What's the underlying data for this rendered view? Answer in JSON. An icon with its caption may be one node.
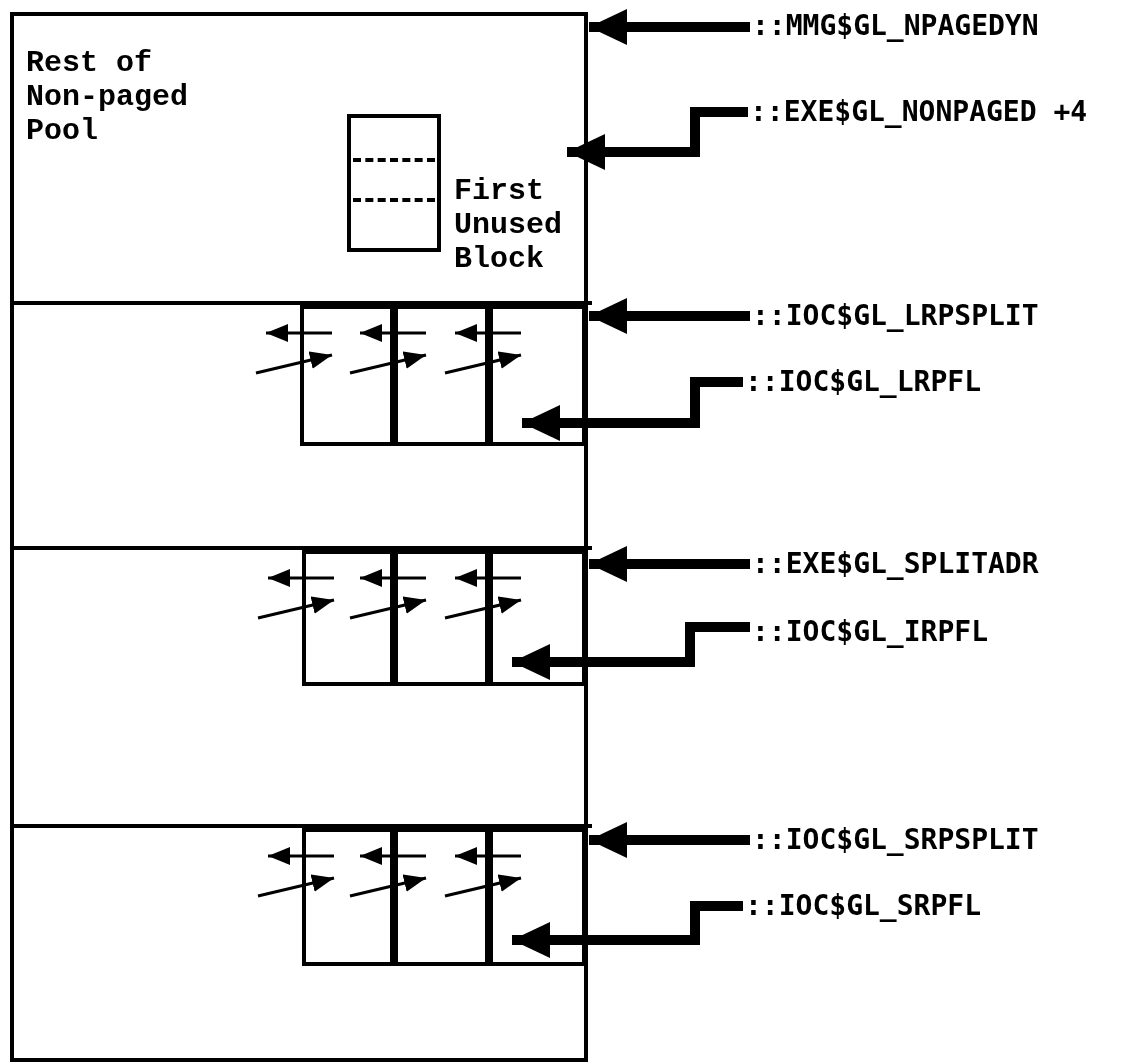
{
  "diagram": {
    "nodes": [
      {
        "text": [],
        "shape": "box"
      },
      {
        "text": [
          "Rest of Non-paged Pool"
        ],
        "in": 0
      },
      {
        "text": [
          "First Unused Block"
        ],
        "in": 1
      },
      {
        "text": [],
        "shape": "box",
        "in": 0
      },
      {
        "text": [],
        "shape": "box",
        "in": 3
      },
      {
        "text": [],
        "shape": "box",
        "in": 3
      },
      {
        "text": [],
        "shape": "box",
        "in": 3
      },
      {
        "text": [],
        "shape": "box",
        "in": 0
      },
      {
        "text": [],
        "shape": "box",
        "in": 7
      },
      {
        "text": [],
        "shape": "box",
        "in": 7
      },
      {
        "text": [],
        "shape": "box",
        "in": 7
      },
      {
        "text": [],
        "shape": "box",
        "in": 0
      },
      {
        "text": [],
        "shape": "box",
        "in": 11
      },
      {
        "text": [],
        "shape": "box",
        "in": 11
      },
      {
        "text": [],
        "shape": "box",
        "in": 11
      },
      {
        "text": [
          "::MMG$GL_NPAGEDYN"
        ]
      },
      {
        "text": [
          "::EXE$GL_NONPAGED +4"
        ]
      },
      {
        "text": [
          "::IOC$GL_LRPSPLIT"
        ]
      },
      {
        "text": [
          "::IOC$GL_LRPFL"
        ]
      },
      {
        "text": [
          "::EXE$GL_SPLITADR"
        ]
      },
      {
        "text": [
          "::IOC$GL_IRPFL"
        ]
      },
      {
        "text": [
          "::IOC$GL_SRPSPLIT"
        ]
      },
      {
        "text": [
          "::IOC$GL_SRPFL"
        ]
      }
    ],
    "edges": [
      {
        "from": 15,
        "to": 0,
        "arrow": "to",
        "style": "thick"
      },
      {
        "from": 16,
        "to": 2,
        "arrow": "to",
        "style": "thick"
      },
      {
        "from": 17,
        "to": 3,
        "arrow": "to",
        "style": "thick"
      },
      {
        "from": 18,
        "to": 6,
        "arrow": "to",
        "style": "thick"
      },
      {
        "from": 19,
        "to": 7,
        "arrow": "to",
        "style": "thick"
      },
      {
        "from": 20,
        "to": 10,
        "arrow": "to",
        "style": "thick"
      },
      {
        "from": 21,
        "to": 11,
        "arrow": "to",
        "style": "thick"
      },
      {
        "from": 22,
        "to": 14,
        "arrow": "to",
        "style": "thick"
      },
      {
        "from": 4,
        "to": null,
        "arrow": "to"
      },
      {
        "from": null,
        "to": 4,
        "arrow": "to"
      },
      {
        "from": 5,
        "to": 4,
        "arrow": "to"
      },
      {
        "from": 4,
        "to": 5,
        "arrow": "to"
      },
      {
        "from": 6,
        "to": 5,
        "arrow": "to"
      },
      {
        "from": 5,
        "to": 6,
        "arrow": "to"
      },
      {
        "from": 8,
        "to": null,
        "arrow": "to"
      },
      {
        "from": null,
        "to": 8,
        "arrow": "to"
      },
      {
        "from": 9,
        "to": 8,
        "arrow": "to"
      },
      {
        "from": 8,
        "to": 9,
        "arrow": "to"
      },
      {
        "from": 10,
        "to": 9,
        "arrow": "to"
      },
      {
        "from": 9,
        "to": 10,
        "arrow": "to"
      },
      {
        "from": 12,
        "to": null,
        "arrow": "to"
      },
      {
        "from": null,
        "to": 12,
        "arrow": "to"
      },
      {
        "from": 13,
        "to": 12,
        "arrow": "to"
      },
      {
        "from": 12,
        "to": 13,
        "arrow": "to"
      },
      {
        "from": 14,
        "to": 13,
        "arrow": "to"
      },
      {
        "from": 13,
        "to": 14,
        "arrow": "to"
      }
    ]
  }
}
